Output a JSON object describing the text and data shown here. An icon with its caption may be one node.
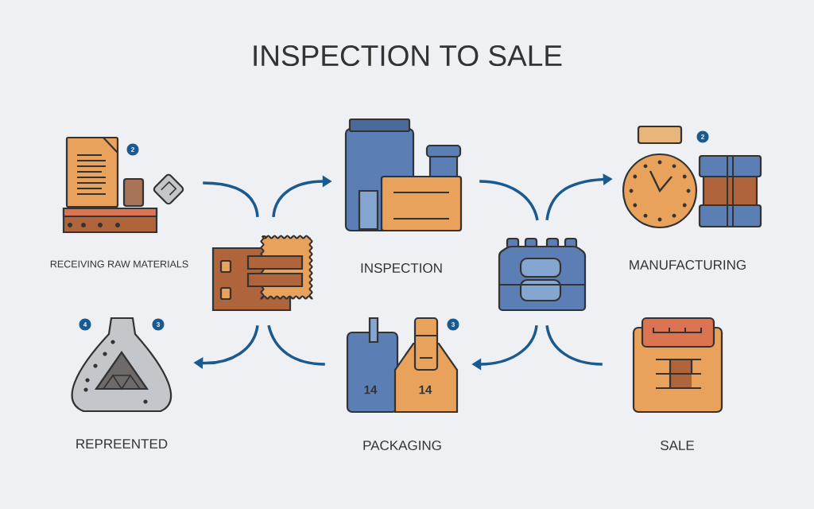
{
  "diagram": {
    "title": "INSPECTION TO SALE",
    "nodes": [
      {
        "text": [
          "RECEIVING RAW MATERIALS"
        ]
      },
      {
        "text": [],
        "shape": "picture"
      },
      {
        "text": [
          "INSPECTION"
        ]
      },
      {
        "text": [],
        "shape": "picture"
      },
      {
        "text": [
          "MANUFACTURING"
        ]
      },
      {
        "text": [
          "SALE"
        ]
      },
      {
        "text": [
          "PACKAGING"
        ]
      },
      {
        "text": [
          "REPREENTED"
        ]
      }
    ],
    "edges": [
      {
        "from": 0,
        "to": 1,
        "arrow": "none"
      },
      {
        "from": 1,
        "to": 2,
        "arrow": "to"
      },
      {
        "from": 2,
        "to": 3,
        "arrow": "none"
      },
      {
        "from": 3,
        "to": 4,
        "arrow": "to"
      },
      {
        "from": 5,
        "to": 3,
        "arrow": "none"
      },
      {
        "from": 3,
        "to": 6,
        "arrow": "to"
      },
      {
        "from": 6,
        "to": 1,
        "arrow": "none"
      },
      {
        "from": 1,
        "to": 7,
        "arrow": "to"
      }
    ],
    "labels": [
      "2",
      "2",
      "4",
      "3",
      "3",
      "14",
      "14"
    ]
  }
}
